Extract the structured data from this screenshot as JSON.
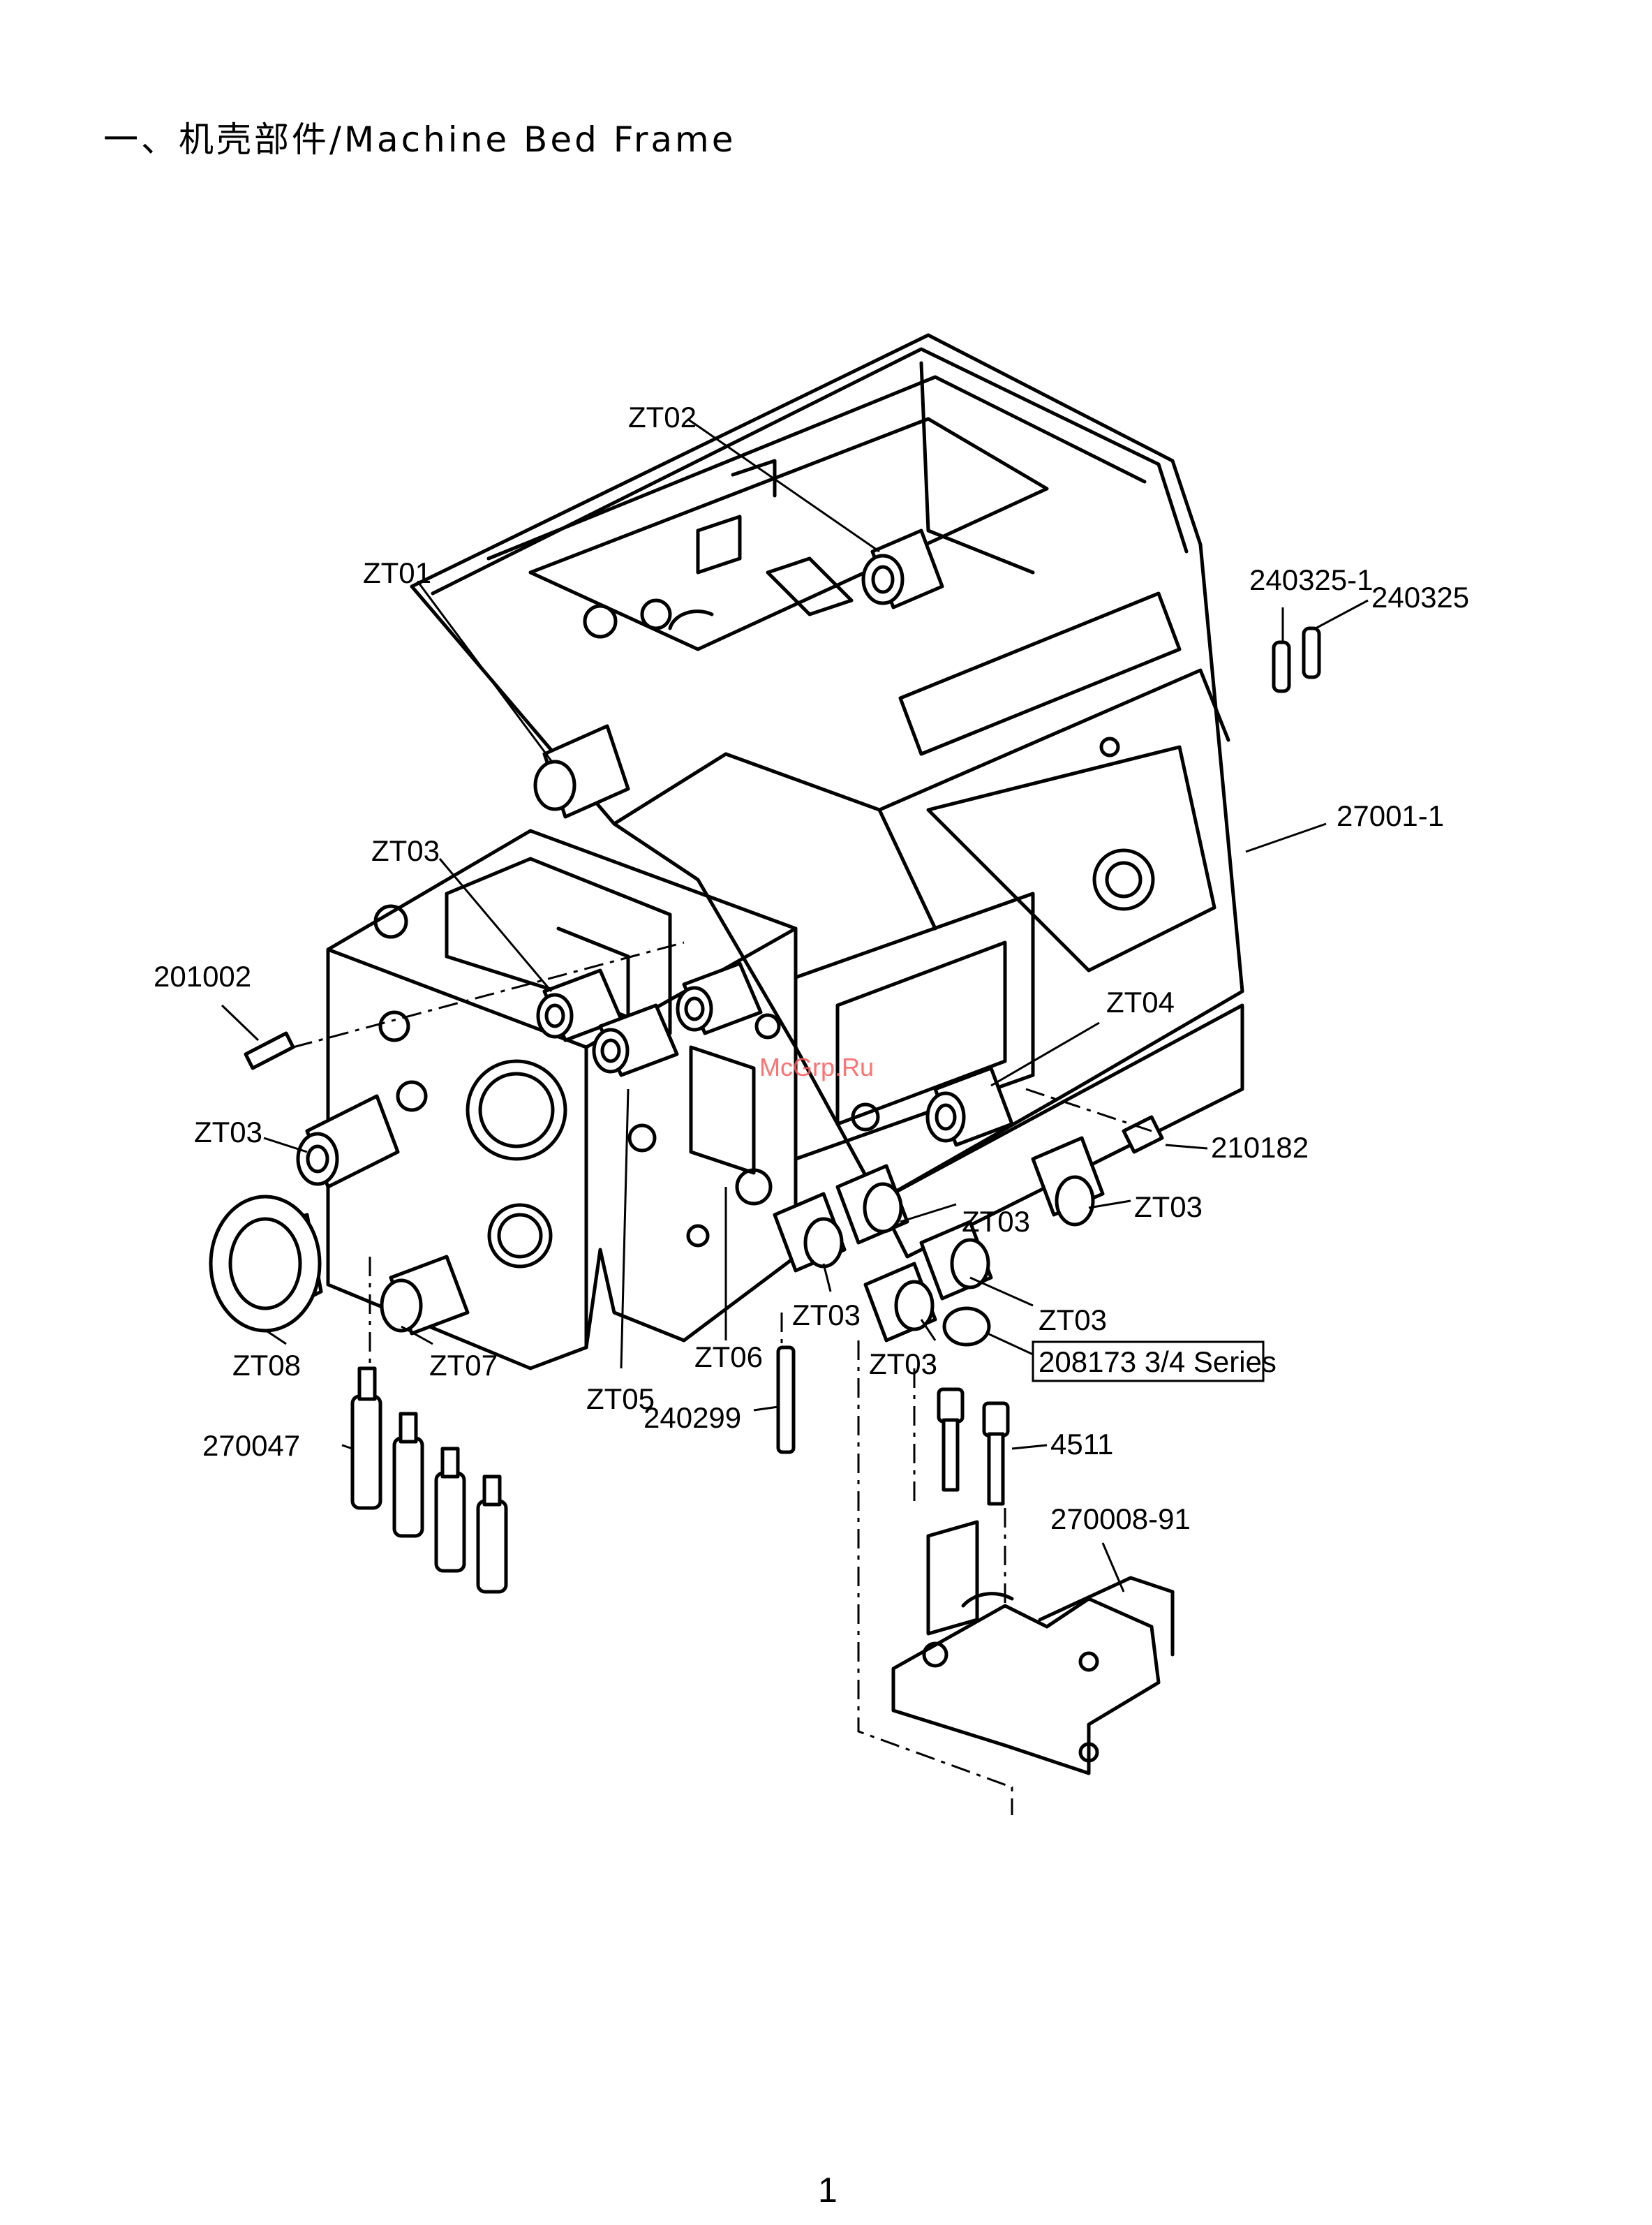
{
  "page": {
    "title": "一、机壳部件/Machine Bed Frame",
    "page_number": "1",
    "watermark": "McGrp.Ru"
  },
  "parts": {
    "zt02": "ZT02",
    "zt01": "ZT01",
    "p240325_1": "240325-1",
    "p240325": "240325",
    "p27001_1": "27001-1",
    "zt03_upper": "ZT03",
    "p201002": "201002",
    "zt04": "ZT04",
    "zt03_left": "ZT03",
    "p210182": "210182",
    "zt03_mid": "ZT03",
    "zt03_right": "ZT03",
    "zt03_lowmid": "ZT03",
    "zt03_lowright": "ZT03",
    "zt03_center": "ZT03",
    "p208173": "208173  3/4  Series",
    "zt08": "ZT08",
    "zt07": "ZT07",
    "zt06": "ZT06",
    "zt05": "ZT05",
    "p240299": "240299",
    "p270047": "270047",
    "p4511": "4511",
    "p270008_91": "270008-91"
  }
}
